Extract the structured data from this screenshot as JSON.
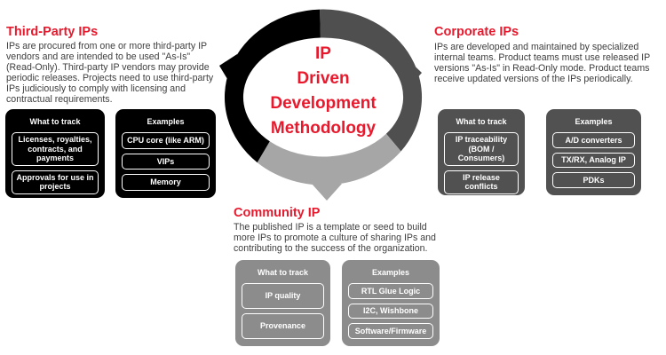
{
  "colors": {
    "accent_red": "#e8192d",
    "body_text": "#3d3d3d",
    "arc_black": "#000000",
    "arc_dark_gray": "#4f4f4f",
    "arc_light_gray": "#a6a6a6",
    "box_black": "#000000",
    "box_dark_gray": "#515151",
    "box_mid_gray": "#8c8c8c"
  },
  "center": {
    "line1": "IP",
    "line2": "Driven",
    "line3": "Development",
    "line4": "Methodology"
  },
  "sections": {
    "third_party": {
      "title": "Third-Party IPs",
      "description": "IPs are procured from one or more third-party IP vendors and are intended to be used \"As-Is\" (Read-Only). Third-party IP vendors may provide periodic releases. Projects need to use third-party IPs judiciously to comply with licensing and contractual requirements.",
      "track": {
        "header": "What to track",
        "items": [
          "Licenses, royalties, contracts, and payments",
          "Approvals for use in projects"
        ]
      },
      "examples": {
        "header": "Examples",
        "items": [
          "CPU core (like ARM)",
          "VIPs",
          "Memory"
        ]
      }
    },
    "corporate": {
      "title": "Corporate IPs",
      "description": "IPs are developed and maintained by specialized internal teams. Product teams must use released IP versions \"As-Is\" in Read-Only mode. Product teams receive updated versions of the IPs periodically.",
      "track": {
        "header": "What to track",
        "items": [
          "IP traceability (BOM / Consumers)",
          "IP release conflicts"
        ]
      },
      "examples": {
        "header": "Examples",
        "items": [
          "A/D converters",
          "TX/RX, Analog IP",
          "PDKs"
        ]
      }
    },
    "community": {
      "title": "Community IP",
      "description": "The published IP is a template or seed to build more IPs to promote a culture of sharing IPs and contributing to the success of the organization.",
      "track": {
        "header": "What to track",
        "items": [
          "IP quality",
          "Provenance"
        ]
      },
      "examples": {
        "header": "Examples",
        "items": [
          "RTL Glue Logic",
          "I2C, Wishbone",
          "Software/Firmware"
        ]
      }
    }
  }
}
